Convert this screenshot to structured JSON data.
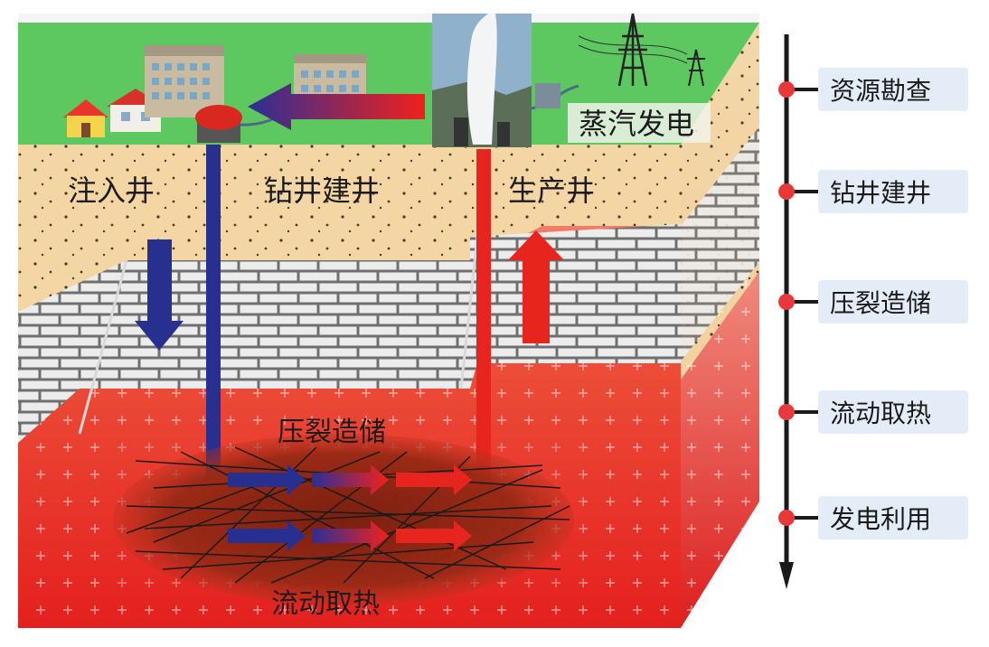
{
  "diagram": {
    "labels": {
      "steam_power": "蒸汽发电",
      "injection_well": "注入井",
      "drilling": "钻井建井",
      "production_well": "生产井",
      "fracturing": "压裂造储",
      "heat_extraction": "流动取热"
    },
    "timeline": [
      "资源勘查",
      "钻井建井",
      "压裂造储",
      "流动取热",
      "发电利用"
    ],
    "colors": {
      "surface": "#5ec860",
      "sand": "#f3d6a4",
      "brick": "#e2e2e2",
      "hot_rock": "#e8282a",
      "cold_flow": "#27308f",
      "hot_flow": "#e81f1f",
      "timeline_dot": "#e8383a",
      "timeline_label_bg": "#e4edf7"
    }
  }
}
